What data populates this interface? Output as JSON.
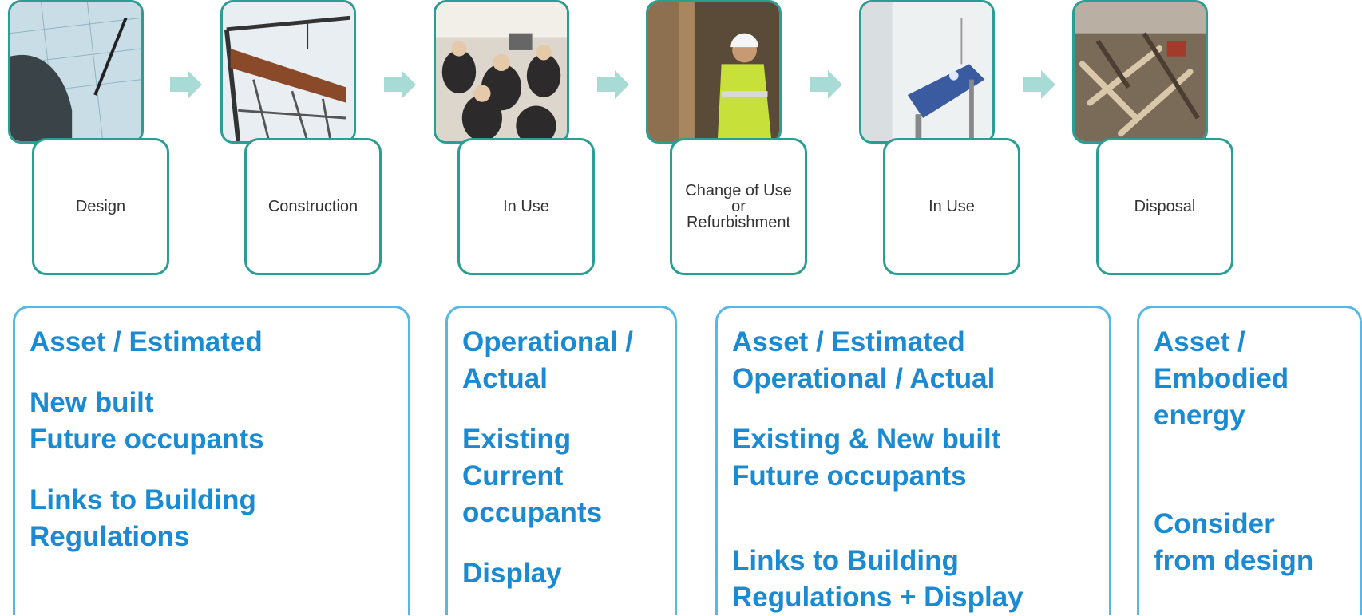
{
  "stages": [
    {
      "label": "Design",
      "photo": "design-blueprint-photo"
    },
    {
      "label": "Construction",
      "photo": "construction-crane-photo"
    },
    {
      "label": "In Use",
      "photo": "office-occupants-photo"
    },
    {
      "label": "Change of Use\nor\nRefurbishment",
      "photo": "refurbishment-worker-photo"
    },
    {
      "label": "In Use",
      "photo": "hospital-room-photo"
    },
    {
      "label": "Disposal",
      "photo": "demolition-rubble-photo"
    }
  ],
  "boxes": [
    {
      "paragraphs": [
        "Asset / Estimated",
        "New built\nFuture occupants",
        "Links to Building\nRegulations"
      ]
    },
    {
      "paragraphs": [
        "Operational /\nActual",
        "Existing\nCurrent\noccupants",
        "Display"
      ]
    },
    {
      "paragraphs": [
        "Asset / Estimated\nOperational / Actual",
        "Existing & New built\nFuture occupants",
        "Links to Building\nRegulations + Display"
      ]
    },
    {
      "paragraphs": [
        "Asset /\nEmbodied\nenergy",
        "Consider\nfrom design"
      ]
    }
  ],
  "colors": {
    "stage_border": "#2a9e93",
    "box_border": "#56b8e3",
    "box_text": "#1a8bd2",
    "arrow": "#a9dbd6"
  }
}
